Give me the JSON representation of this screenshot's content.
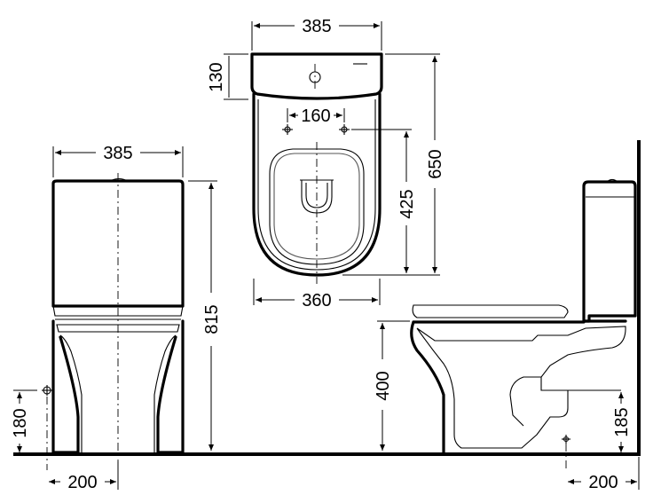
{
  "dimensions": {
    "front_width": "385",
    "front_height": "815",
    "front_floor_offset": "200",
    "front_inlet_height": "180",
    "top_width": "385",
    "top_tank_depth": "130",
    "top_bolt_spacing": "160",
    "top_total_length": "650",
    "top_bowl_length": "425",
    "top_bowl_width": "360",
    "side_seat_height": "400",
    "side_outlet_height": "185",
    "side_wall_offset": "200"
  },
  "colors": {
    "line": "#000000",
    "background": "#ffffff"
  }
}
